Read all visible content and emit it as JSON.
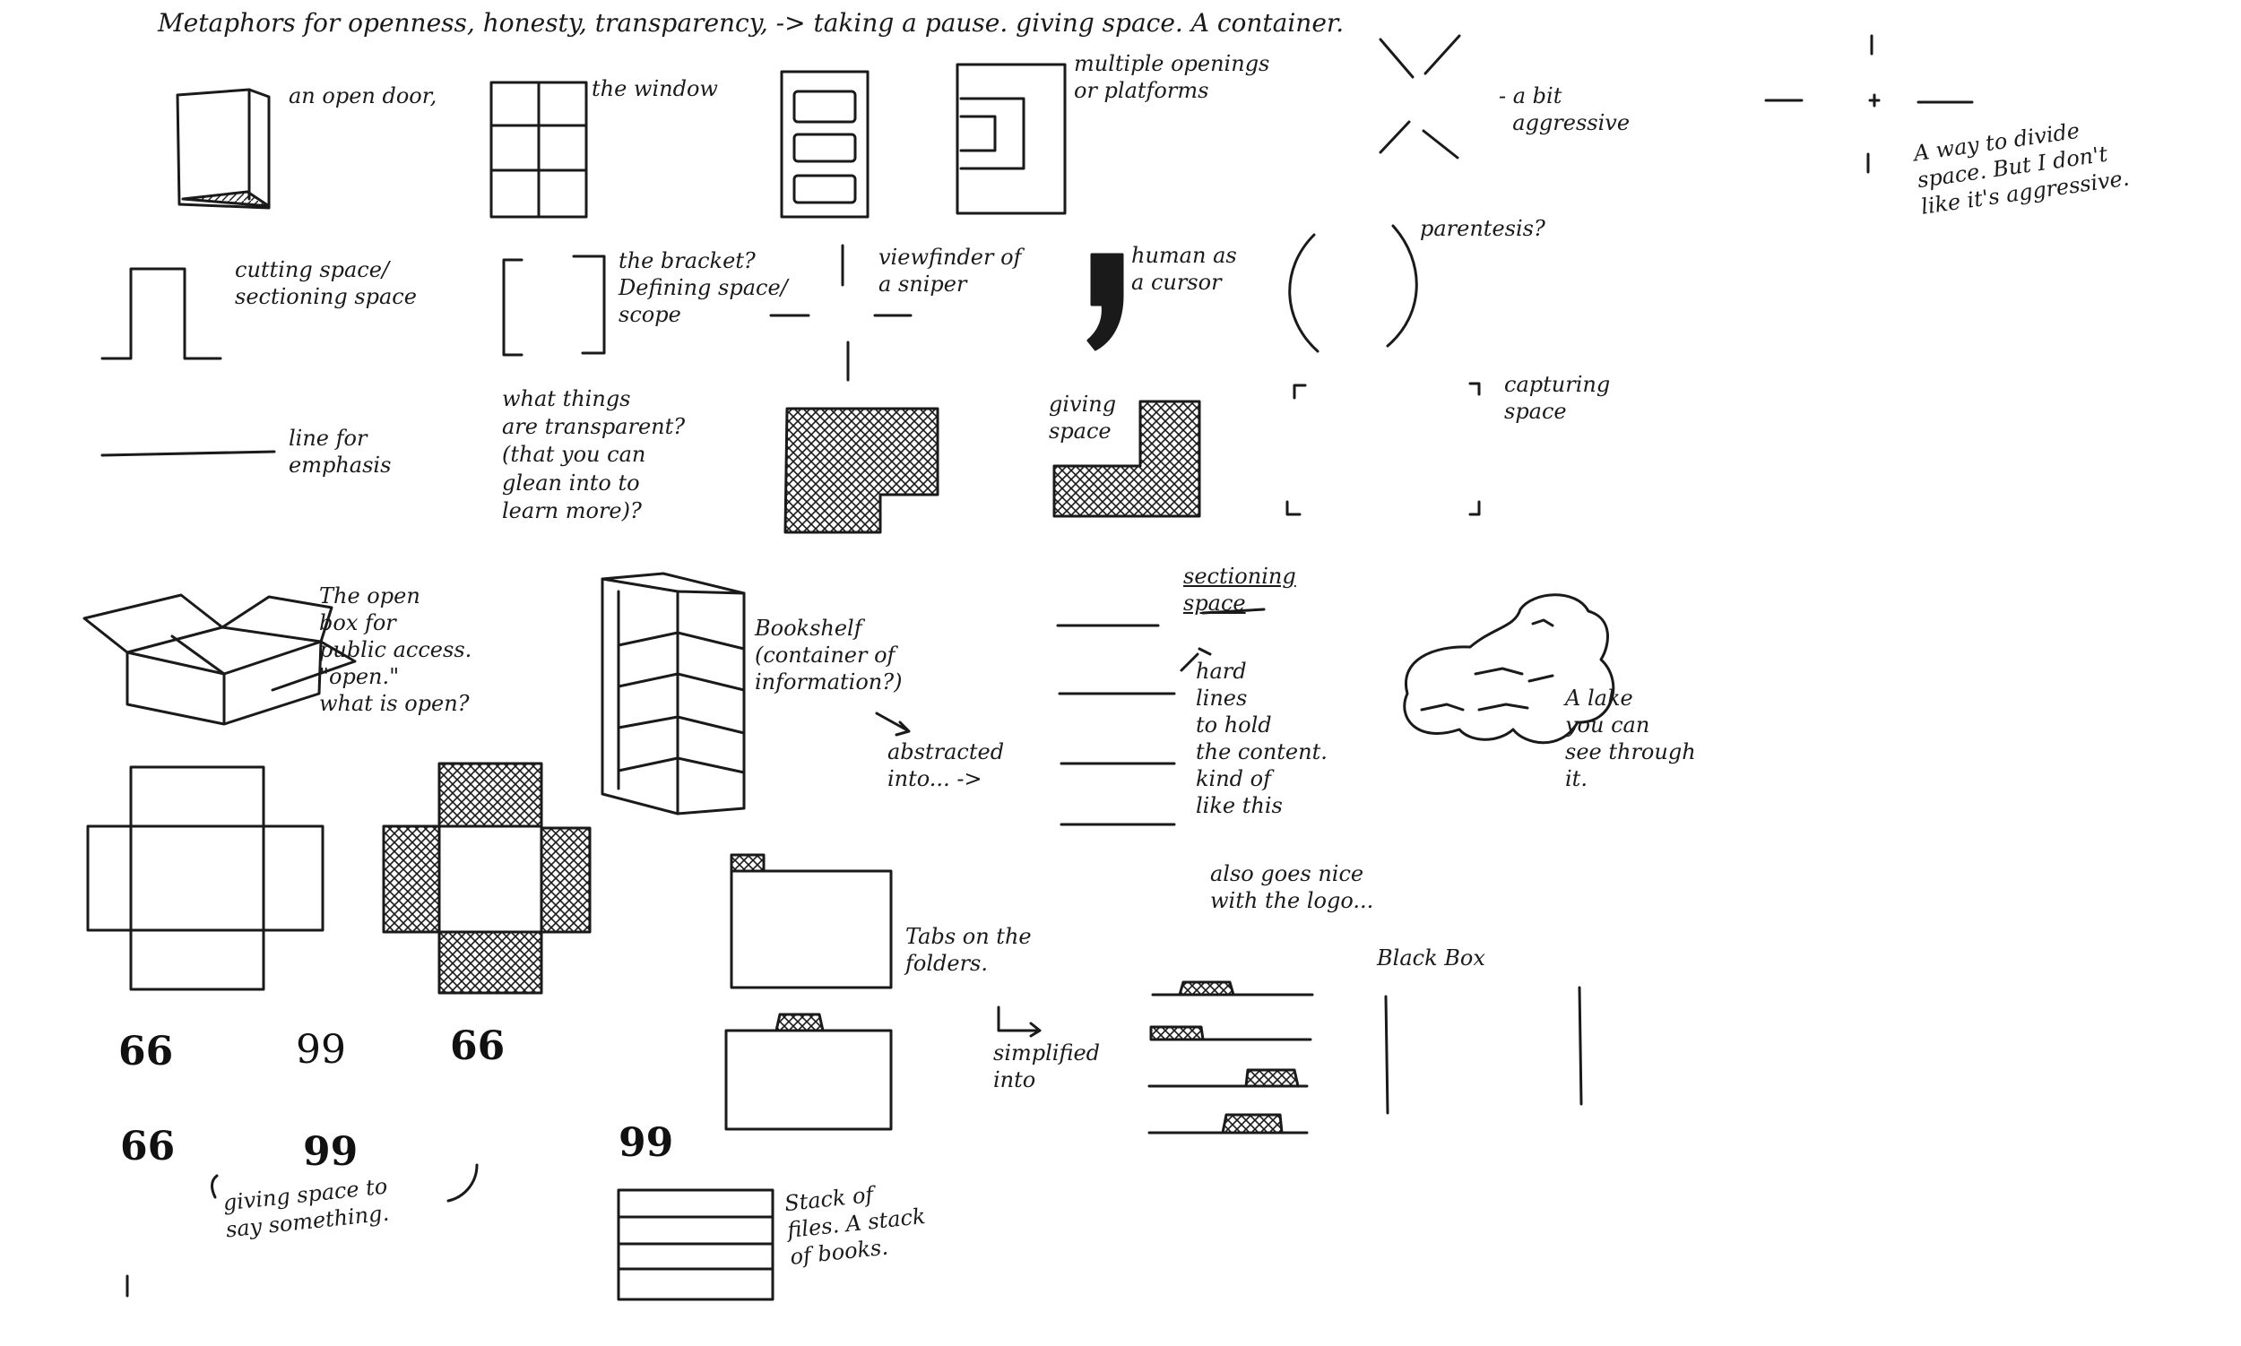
{
  "title": "Metaphors for openness, honesty, transparency, -> taking a pause. giving space. A container.",
  "labels": {
    "open_door": "an open door,",
    "window": "the window",
    "multiple_openings": "multiple openings\nor platforms",
    "a_bit_aggressive": "- a bit\n  aggressive",
    "divide_space": "A way to divide\nspace. But I don't\nlike it's aggressive.",
    "cutting_space": "cutting space/\nsectioning space",
    "bracket": "the bracket?\nDefining space/\nscope",
    "viewfinder": "viewfinder of\na sniper",
    "human_cursor": "human as\na cursor",
    "parentesis": "parentesis?",
    "line_emphasis": "line for\nemphasis",
    "transparent_things": "what things\nare transparent?\n(that you can\nglean into to\nlearn more)?",
    "giving_space": "giving\nspace",
    "capturing_space": "capturing\nspace",
    "open_box": "The open\nbox for\npublic access.\n\"open.\"\nwhat is open?",
    "bookshelf": "Bookshelf\n(container of\ninformation?)",
    "abstracted": "abstracted\ninto... ->",
    "sectioning_space": "sectioning\nspace",
    "hard_lines": "hard\nlines\nto hold\nthe content.\nkind of\nlike this",
    "logo_note": "also goes nice\nwith the logo...",
    "lake": "A lake\nyou can\nsee through\nit.",
    "tabs_folders": "Tabs on the\nfolders.",
    "simplified": "simplified\ninto",
    "black_box": "Black Box",
    "giving_space_say": "giving space to\nsay something.",
    "stack_files": "Stack of\nfiles. A stack\nof books."
  },
  "quote_marks": {
    "open_1": "66",
    "close_1": "99",
    "open_2": "66",
    "open_3": "66",
    "close_2": "99",
    "close_3": "99"
  },
  "colors": {
    "ink": "#1a1a1a",
    "paper": "#ffffff"
  }
}
